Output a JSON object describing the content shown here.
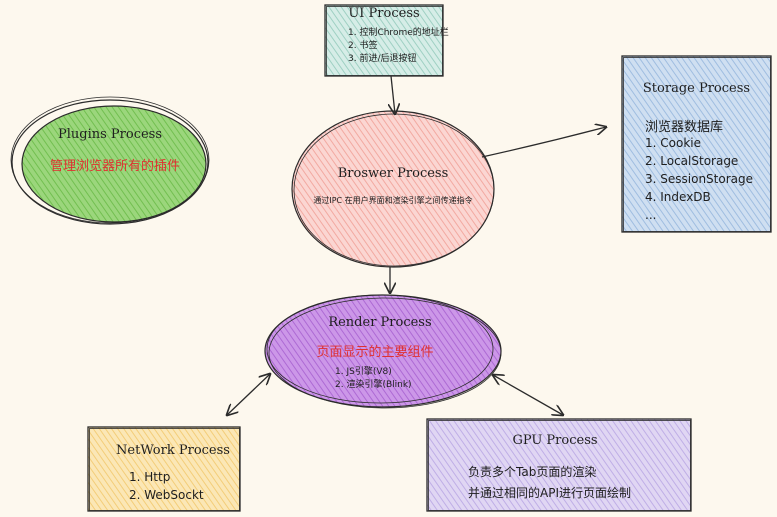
{
  "ui_process": {
    "title": "UI Process",
    "items": [
      "1. 控制Chrome的地址栏",
      "2. 书签",
      "3. 前进/后退按钮"
    ]
  },
  "storage_process": {
    "title": "Storage Process",
    "heading": "浏览器数据库",
    "items": [
      "1. Cookie",
      "2. LocalStorage",
      "3. SessionStorage",
      "4. IndexDB",
      "..."
    ]
  },
  "plugins_process": {
    "title": "Plugins Process",
    "subtitle": "管理浏览器所有的插件"
  },
  "browser_process": {
    "title": "Broswer Process",
    "description": "通过IPC 在用户界面和渲染引擎之间传递指令"
  },
  "render_process": {
    "title": "Render Process",
    "subtitle": "页面显示的主要组件",
    "items": [
      "1. JS引擎(V8)",
      "2. 渲染引擎(Blink)"
    ]
  },
  "network_process": {
    "title": "NetWork Process",
    "items": [
      "1. Http",
      "2. WebSockt"
    ]
  },
  "gpu_process": {
    "title": "GPU Process",
    "lines": [
      "负责多个Tab页面的渲染",
      "并通过相同的API进行页面绘制"
    ]
  },
  "colors": {
    "background": "#fdf8ee",
    "ui_fill": "#c3e4dc",
    "storage_fill": "#b6cde8",
    "plugins_fill": "#9bd67c",
    "browser_fill": "#f8c3be",
    "render_fill": "#c489e2",
    "network_fill": "#f9dfa0",
    "gpu_fill": "#d4c6ee",
    "accent_red": "#e03131",
    "stroke": "#2b2b2b"
  }
}
